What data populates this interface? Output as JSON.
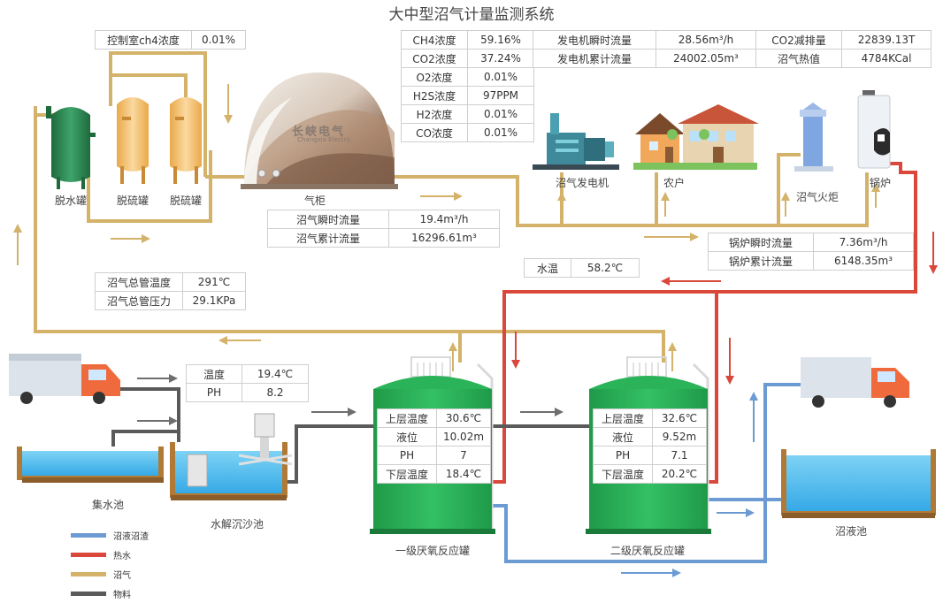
{
  "title": "大中型沼气计量监测系统",
  "control_room": {
    "label": "控制室ch4浓度",
    "value": "0.01%"
  },
  "gas_composition": [
    {
      "label": "CH4浓度",
      "value": "59.16%"
    },
    {
      "label": "CO2浓度",
      "value": "37.24%"
    },
    {
      "label": "O2浓度",
      "value": "0.01%"
    },
    {
      "label": "H2S浓度",
      "value": "97PPM"
    },
    {
      "label": "H2浓度",
      "value": "0.01%"
    },
    {
      "label": "CO浓度",
      "value": "0.01%"
    }
  ],
  "generator": {
    "inst_flow_label": "发电机瞬时流量",
    "inst_flow": "28.56m³/h",
    "total_flow_label": "发电机累计流量",
    "total_flow": "24002.05m³",
    "co2_label": "CO2减排量",
    "co2": "22839.13T",
    "heat_label": "沼气热值",
    "heat": "4784KCal"
  },
  "gasholder": {
    "inst_label": "沼气瞬时流量",
    "inst": "19.4m³/h",
    "total_label": "沼气累计流量",
    "total": "16296.61m³"
  },
  "boiler": {
    "inst_label": "锅炉瞬时流量",
    "inst": "7.36m³/h",
    "total_label": "锅炉累计流量",
    "total": "6148.35m³"
  },
  "water_temp": {
    "label": "水温",
    "value": "58.2℃"
  },
  "main_pipe": {
    "temp_label": "沼气总管温度",
    "temp": "291℃",
    "pressure_label": "沼气总管压力",
    "pressure": "29.1KPa"
  },
  "collection": {
    "temp_label": "温度",
    "temp": "19.4℃",
    "ph_label": "PH",
    "ph": "8.2"
  },
  "tank1": {
    "name": "一级厌氧反应罐",
    "upper_label": "上层温度",
    "upper": "30.6℃",
    "level_label": "液位",
    "level": "10.02m",
    "ph_label": "PH",
    "ph": "7",
    "lower_label": "下层温度",
    "lower": "18.4℃"
  },
  "tank2": {
    "name": "二级厌氧反应罐",
    "upper_label": "上层温度",
    "upper": "32.6℃",
    "level_label": "液位",
    "level": "9.52m",
    "ph_label": "PH",
    "ph": "7.1",
    "lower_label": "下层温度",
    "lower": "20.2℃"
  },
  "equipment_labels": {
    "dewater": "脱水罐",
    "desulf1": "脱硫罐",
    "desulf2": "脱硫罐",
    "gasholder": "气柜",
    "generator": "沼气发电机",
    "household": "农户",
    "torch": "沼气火炬",
    "boiler": "锅炉",
    "collect_pool": "集水池",
    "hydrolysis": "水解沉沙池",
    "slurry_pool": "沼液池"
  },
  "brand": {
    "cn": "长峡电气",
    "en": "Changxia Electric"
  },
  "legend": [
    {
      "label": "沼液沼渣",
      "color": "#6b9bd2"
    },
    {
      "label": "热水",
      "color": "#d9483b"
    },
    {
      "label": "沼气",
      "color": "#d4b26a"
    },
    {
      "label": "物料",
      "color": "#5a5a5a"
    }
  ],
  "colors": {
    "gas": "#d4b26a",
    "hot_water": "#d9483b",
    "slurry": "#6b9bd2",
    "material": "#5a5a5a",
    "tank_green": "#2bb35a"
  }
}
